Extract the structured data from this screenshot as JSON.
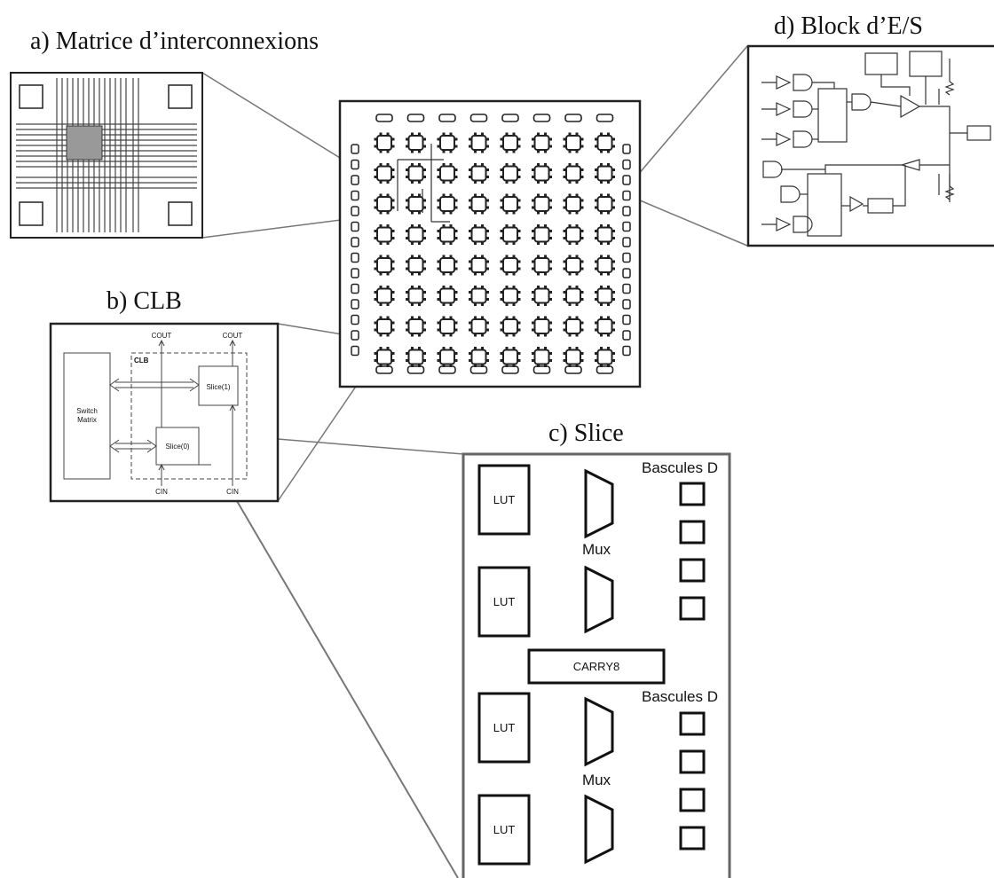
{
  "titles": {
    "interconnect": "a) Matrice d’interconnexions",
    "clb": "b) CLB",
    "slice": "c) Slice",
    "io": "d) Block d’E/S"
  },
  "clb_block": {
    "cout_left": "COUT",
    "cout_right": "COUT",
    "clb": "CLB",
    "switch_line1": "Switch",
    "switch_line2": "Matrix",
    "slice1": "Slice(1)",
    "slice0": "Slice(0)",
    "cin_left": "CIN",
    "cin_right": "CIN"
  },
  "slice_block": {
    "flipflops_top": "Bascules D",
    "flipflops_bottom": "Bascules D",
    "mux_top": "Mux",
    "mux_bottom": "Mux",
    "lut_1": "LUT",
    "lut_2": "LUT",
    "lut_3": "LUT",
    "lut_4": "LUT",
    "carry": "CARRY8"
  },
  "fpga_grid": {
    "rows": 8,
    "cols": 8
  }
}
